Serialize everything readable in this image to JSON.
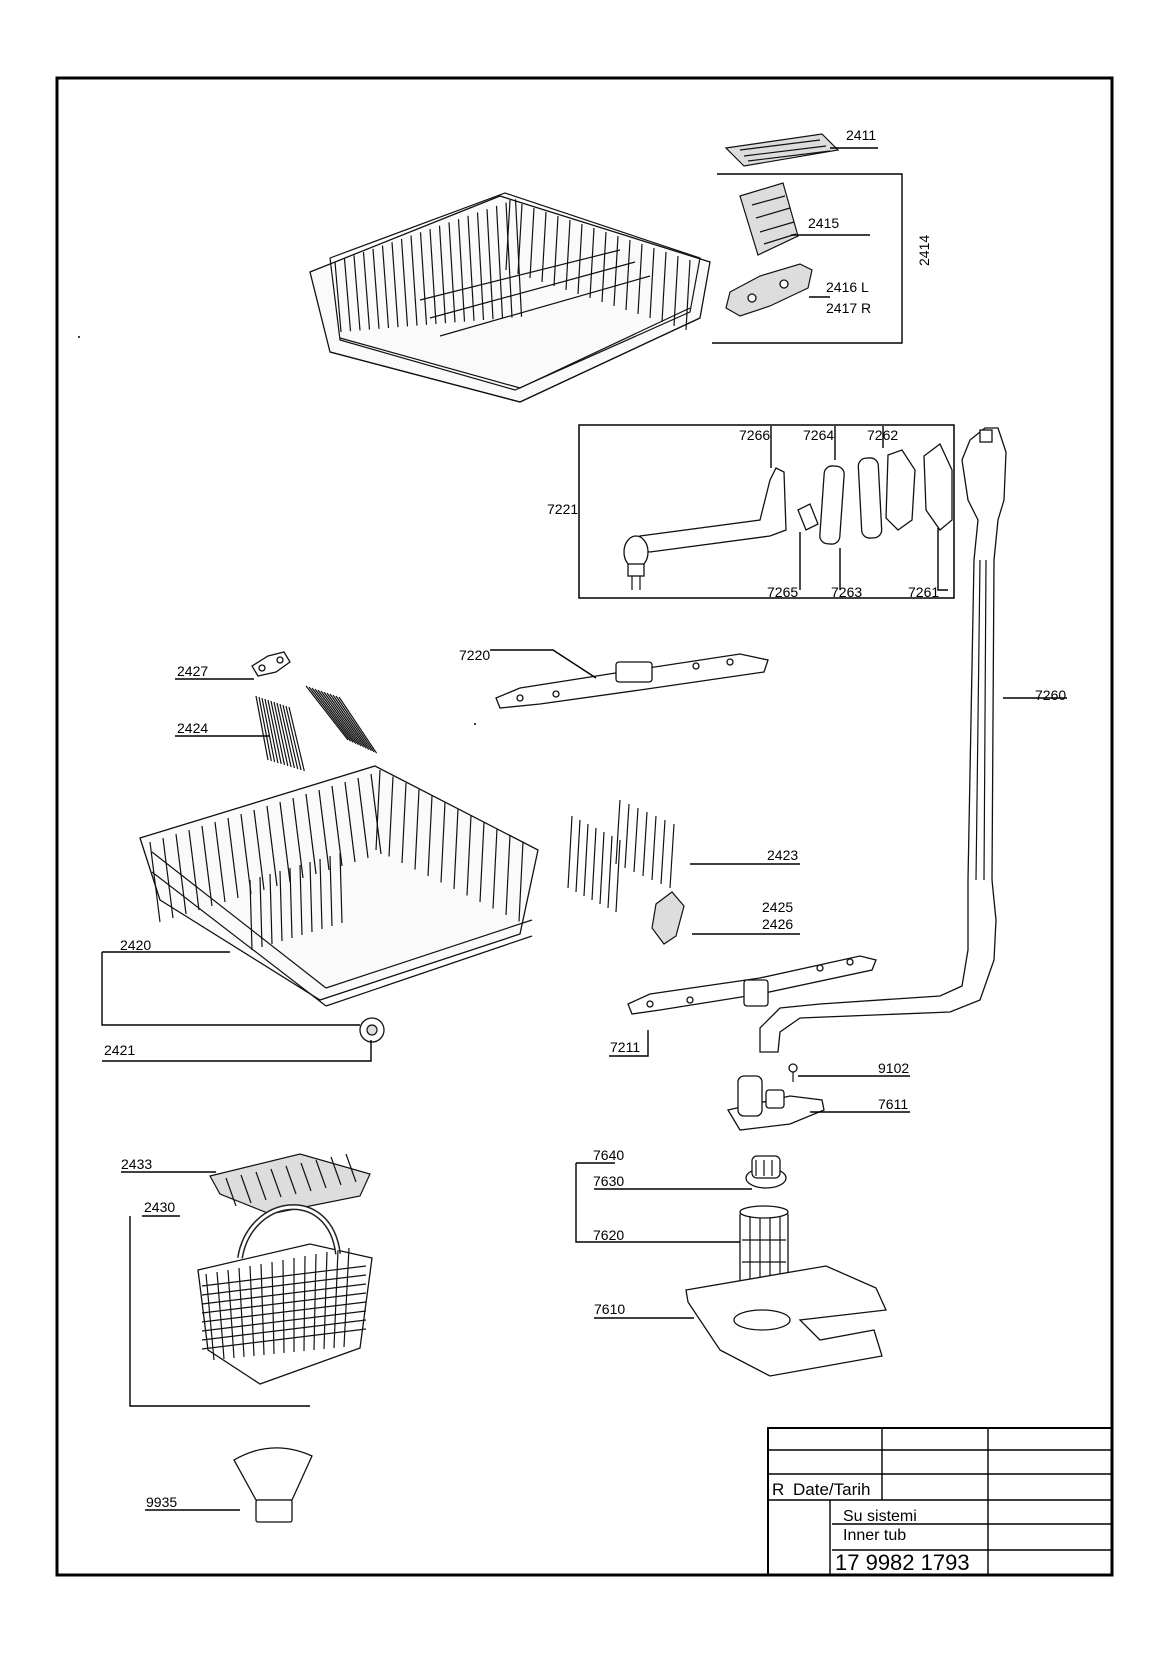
{
  "parts": {
    "p2411": "2411",
    "p2415": "2415",
    "p2414": "2414",
    "p2416": "2416 L",
    "p2417": "2417 R",
    "p7266": "7266",
    "p7264": "7264",
    "p7262": "7262",
    "p7221": "7221",
    "p7265": "7265",
    "p7263": "7263",
    "p7261": "7261",
    "p7220": "7220",
    "p2427": "2427",
    "p2424": "2424",
    "p7260": "7260",
    "p2423": "2423",
    "p2425": "2425",
    "p2426": "2426",
    "p2420": "2420",
    "p2421": "2421",
    "p7211": "7211",
    "p9102": "9102",
    "p7611": "7611",
    "p7640": "7640",
    "p7630": "7630",
    "p2433": "2433",
    "p2430": "2430",
    "p7620": "7620",
    "p7610": "7610",
    "p9935": "9935"
  },
  "title_block": {
    "revision": "R",
    "date_label": "Date/Tarih",
    "title_tr": "Su sistemi",
    "title_en": "Inner tub",
    "drawing_number": "17 9982 1793"
  }
}
